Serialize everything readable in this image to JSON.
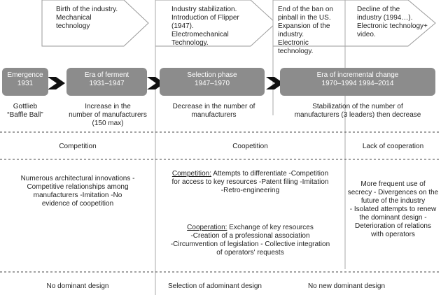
{
  "callouts": {
    "c1": "Birth of the industry.\nMechanical technology",
    "c2": "Industry stabilization.\nIntroduction of Flipper\n(1947). Electromechanical\nTechnology.",
    "c3": "End of the ban on\npinball in the US.\nExpansion of the\nindustry.\nElectronic technology.",
    "c4": "Decline of the\nindustry (1994…).\nElectronic technology+\nvideo."
  },
  "phases": {
    "p1": {
      "name": "Emergence",
      "years": "1931"
    },
    "p2": {
      "name": "Era of ferment",
      "years": "1931–1947"
    },
    "p3": {
      "name": "Selection phase",
      "years": "1947–1970"
    },
    "p4": {
      "name": "Era of incremental change",
      "years": "1970–1994 1994–2014"
    }
  },
  "phase_notes": {
    "n1": "Gottlieb\n“Baffle Ball”",
    "n2": "Increase in the\nnumber of manufacturers\n(150 max)",
    "n3": "Decrease in the number of\nmanufacturers",
    "n4": "Stabilization of the number of\nmanufacturers (3 leaders) then decrease"
  },
  "relations": {
    "r1": "Competition",
    "r2": "Coopetition",
    "r3": "Lack of cooperation"
  },
  "details": {
    "d1": "Numerous architectural innovations -\nCompetitive relationships among\nmanufacturers -Imitation -No\nevidence of coopetition",
    "d2_comp_label": "Competition:",
    "d2_comp_text": " Attempts to differentiate -Competition\nfor access to key resources -Patent filing -Imitation\n-Retro-engineering",
    "d2_coop_label": "Cooperation:",
    "d2_coop_text": " Exchange of key resources\n-Creation of a professional association\n-Circumvention of legislation - Collective integration\nof operators' requests",
    "d3": "More frequent use of\nsecrecy - Divergences on the\nfuture of the industry\n- Isolated attempts to renew\nthe dominant design -\nDeterioration of relations\nwith operators"
  },
  "designs": {
    "g1": "No dominant design",
    "g2": "Selection of adominant design",
    "g3": "No new dominant design"
  }
}
